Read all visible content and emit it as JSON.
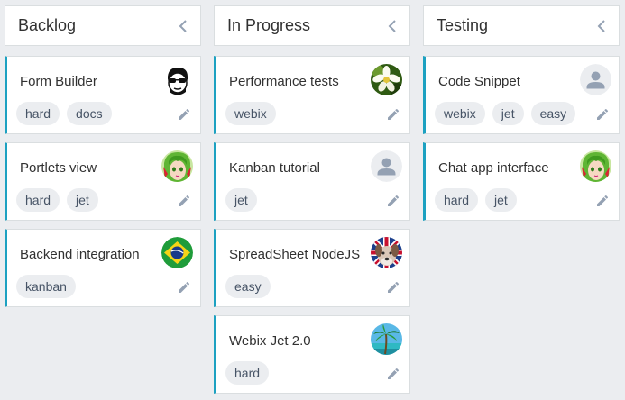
{
  "columns": [
    {
      "title": "Backlog",
      "cards": [
        {
          "title": "Form Builder",
          "avatar": "user-avatar-sunglasses",
          "tags": [
            "hard",
            "docs"
          ]
        },
        {
          "title": "Portlets view",
          "avatar": "user-avatar-green-hair",
          "tags": [
            "hard",
            "jet"
          ]
        },
        {
          "title": "Backend integration",
          "avatar": "user-avatar-brazil-flag",
          "tags": [
            "kanban"
          ]
        }
      ]
    },
    {
      "title": "In Progress",
      "cards": [
        {
          "title": "Performance tests",
          "avatar": "user-avatar-flower",
          "tags": [
            "webix"
          ]
        },
        {
          "title": "Kanban tutorial",
          "avatar": "default-user-avatar",
          "tags": [
            "jet"
          ]
        },
        {
          "title": "SpreadSheet NodeJS",
          "avatar": "user-avatar-dog",
          "tags": [
            "easy"
          ]
        },
        {
          "title": "Webix Jet 2.0",
          "avatar": "user-avatar-palm-tree",
          "tags": [
            "hard"
          ]
        }
      ]
    },
    {
      "title": "Testing",
      "cards": [
        {
          "title": "Code Snippet",
          "avatar": "default-user-avatar",
          "tags": [
            "webix",
            "jet",
            "easy"
          ]
        },
        {
          "title": "Chat app interface",
          "avatar": "user-avatar-green-hair",
          "tags": [
            "hard",
            "jet"
          ]
        }
      ]
    }
  ],
  "colors": {
    "accent": "#1ca1c1",
    "background": "#ebedf0",
    "tag_background": "#ebedf0",
    "icon": "#94a1b3"
  },
  "icons": {
    "collapse": "chevron-left-icon",
    "edit": "pencil-icon"
  }
}
